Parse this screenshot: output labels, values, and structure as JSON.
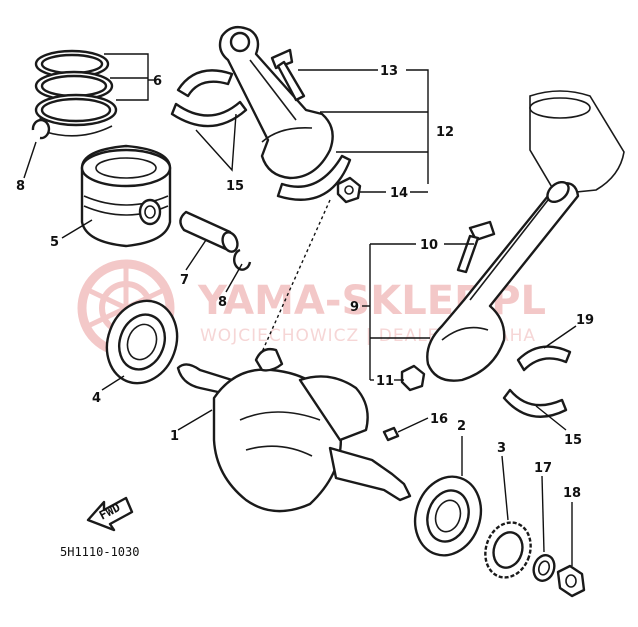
{
  "watermark": {
    "brand": "YAMA-SKLEP.PL",
    "subtitle": "WOJCIECHOWICZ | DEALER YAMAHA",
    "color": "#e98c8c"
  },
  "diagram_code": "5H1110-1030",
  "front_arrow_label": "FWD",
  "callouts": {
    "c1": "1",
    "c2": "2",
    "c3": "3",
    "c4": "4",
    "c5": "5",
    "c6": "6",
    "c7": "7",
    "c8a": "8",
    "c8b": "8",
    "c9": "9",
    "c10": "10",
    "c11": "11",
    "c12": "12",
    "c13": "13",
    "c14": "14",
    "c15a": "15",
    "c15b": "15",
    "c16": "16",
    "c17": "17",
    "c18": "18",
    "c19": "19"
  }
}
